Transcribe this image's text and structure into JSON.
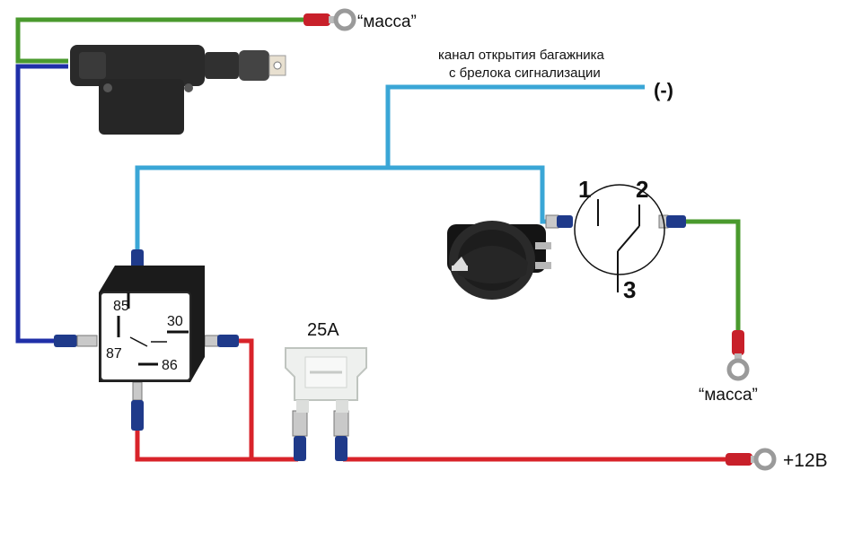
{
  "labels": {
    "ground_top": "“масса”",
    "trunk_channel_line1": "канал открытия багажника",
    "trunk_channel_line2": "с брелока сигнализации",
    "minus": "(-)",
    "fuse_rating": "25A",
    "plus12": "+12В",
    "ground_right": "“масса”"
  },
  "relay_pins": {
    "p85": "85",
    "p30": "30",
    "p87": "87",
    "p86": "86"
  },
  "switch_pins": {
    "p1": "1",
    "p2": "2",
    "p3": "3"
  },
  "colors": {
    "green_wire": "#4a9a2e",
    "blue_wire": "#1f2fa8",
    "cyan_wire": "#3aa6d6",
    "red_wire": "#d8232a"
  }
}
